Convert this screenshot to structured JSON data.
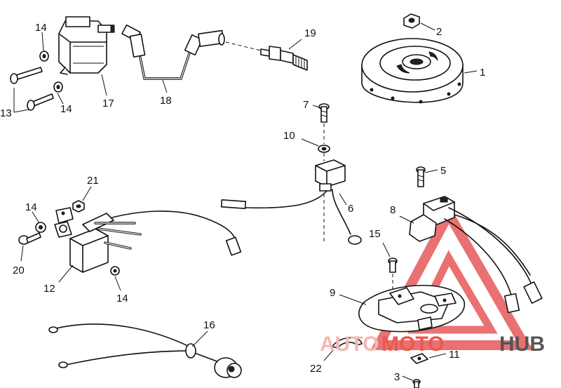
{
  "callouts": {
    "c1": "1",
    "c2": "2",
    "c3": "3",
    "c5": "5",
    "c6": "6",
    "c7": "7",
    "c8": "8",
    "c9": "9",
    "c10": "10",
    "c11": "11",
    "c12": "12",
    "c13": "13",
    "c14a": "14",
    "c14b": "14",
    "c14c": "14",
    "c14d": "14",
    "c15": "15",
    "c16": "16",
    "c17": "17",
    "c18": "18",
    "c19": "19",
    "c20": "20",
    "c21": "21",
    "c22": "22"
  },
  "watermark": {
    "auto": "AUTO",
    "moto": "MOTO",
    "hub": "HUB"
  },
  "colors": {
    "line": "#111111",
    "watermark_red": "#e23a3a",
    "watermark_gray": "#555555"
  }
}
